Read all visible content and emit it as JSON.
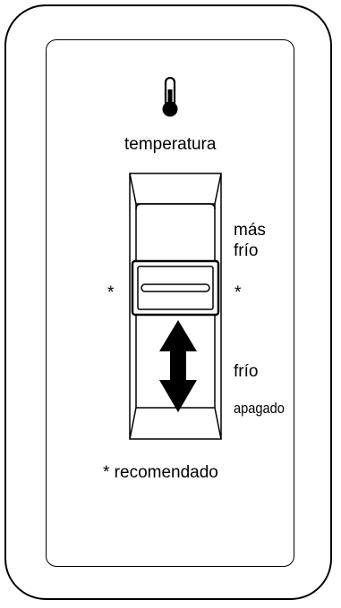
{
  "dial": {
    "temperature_label": "temperatura",
    "colder_label_line1": "más",
    "colder_label_line2": "frío",
    "cold_label": "frío",
    "off_label": "apagado",
    "marker_left": "*",
    "marker_right": "*",
    "footnote": "* recomendado"
  },
  "icons": {
    "thermometer": "thermometer-icon",
    "arrow": "double-vertical-arrow-icon"
  },
  "colors": {
    "line": "#000000",
    "background": "#ffffff"
  }
}
